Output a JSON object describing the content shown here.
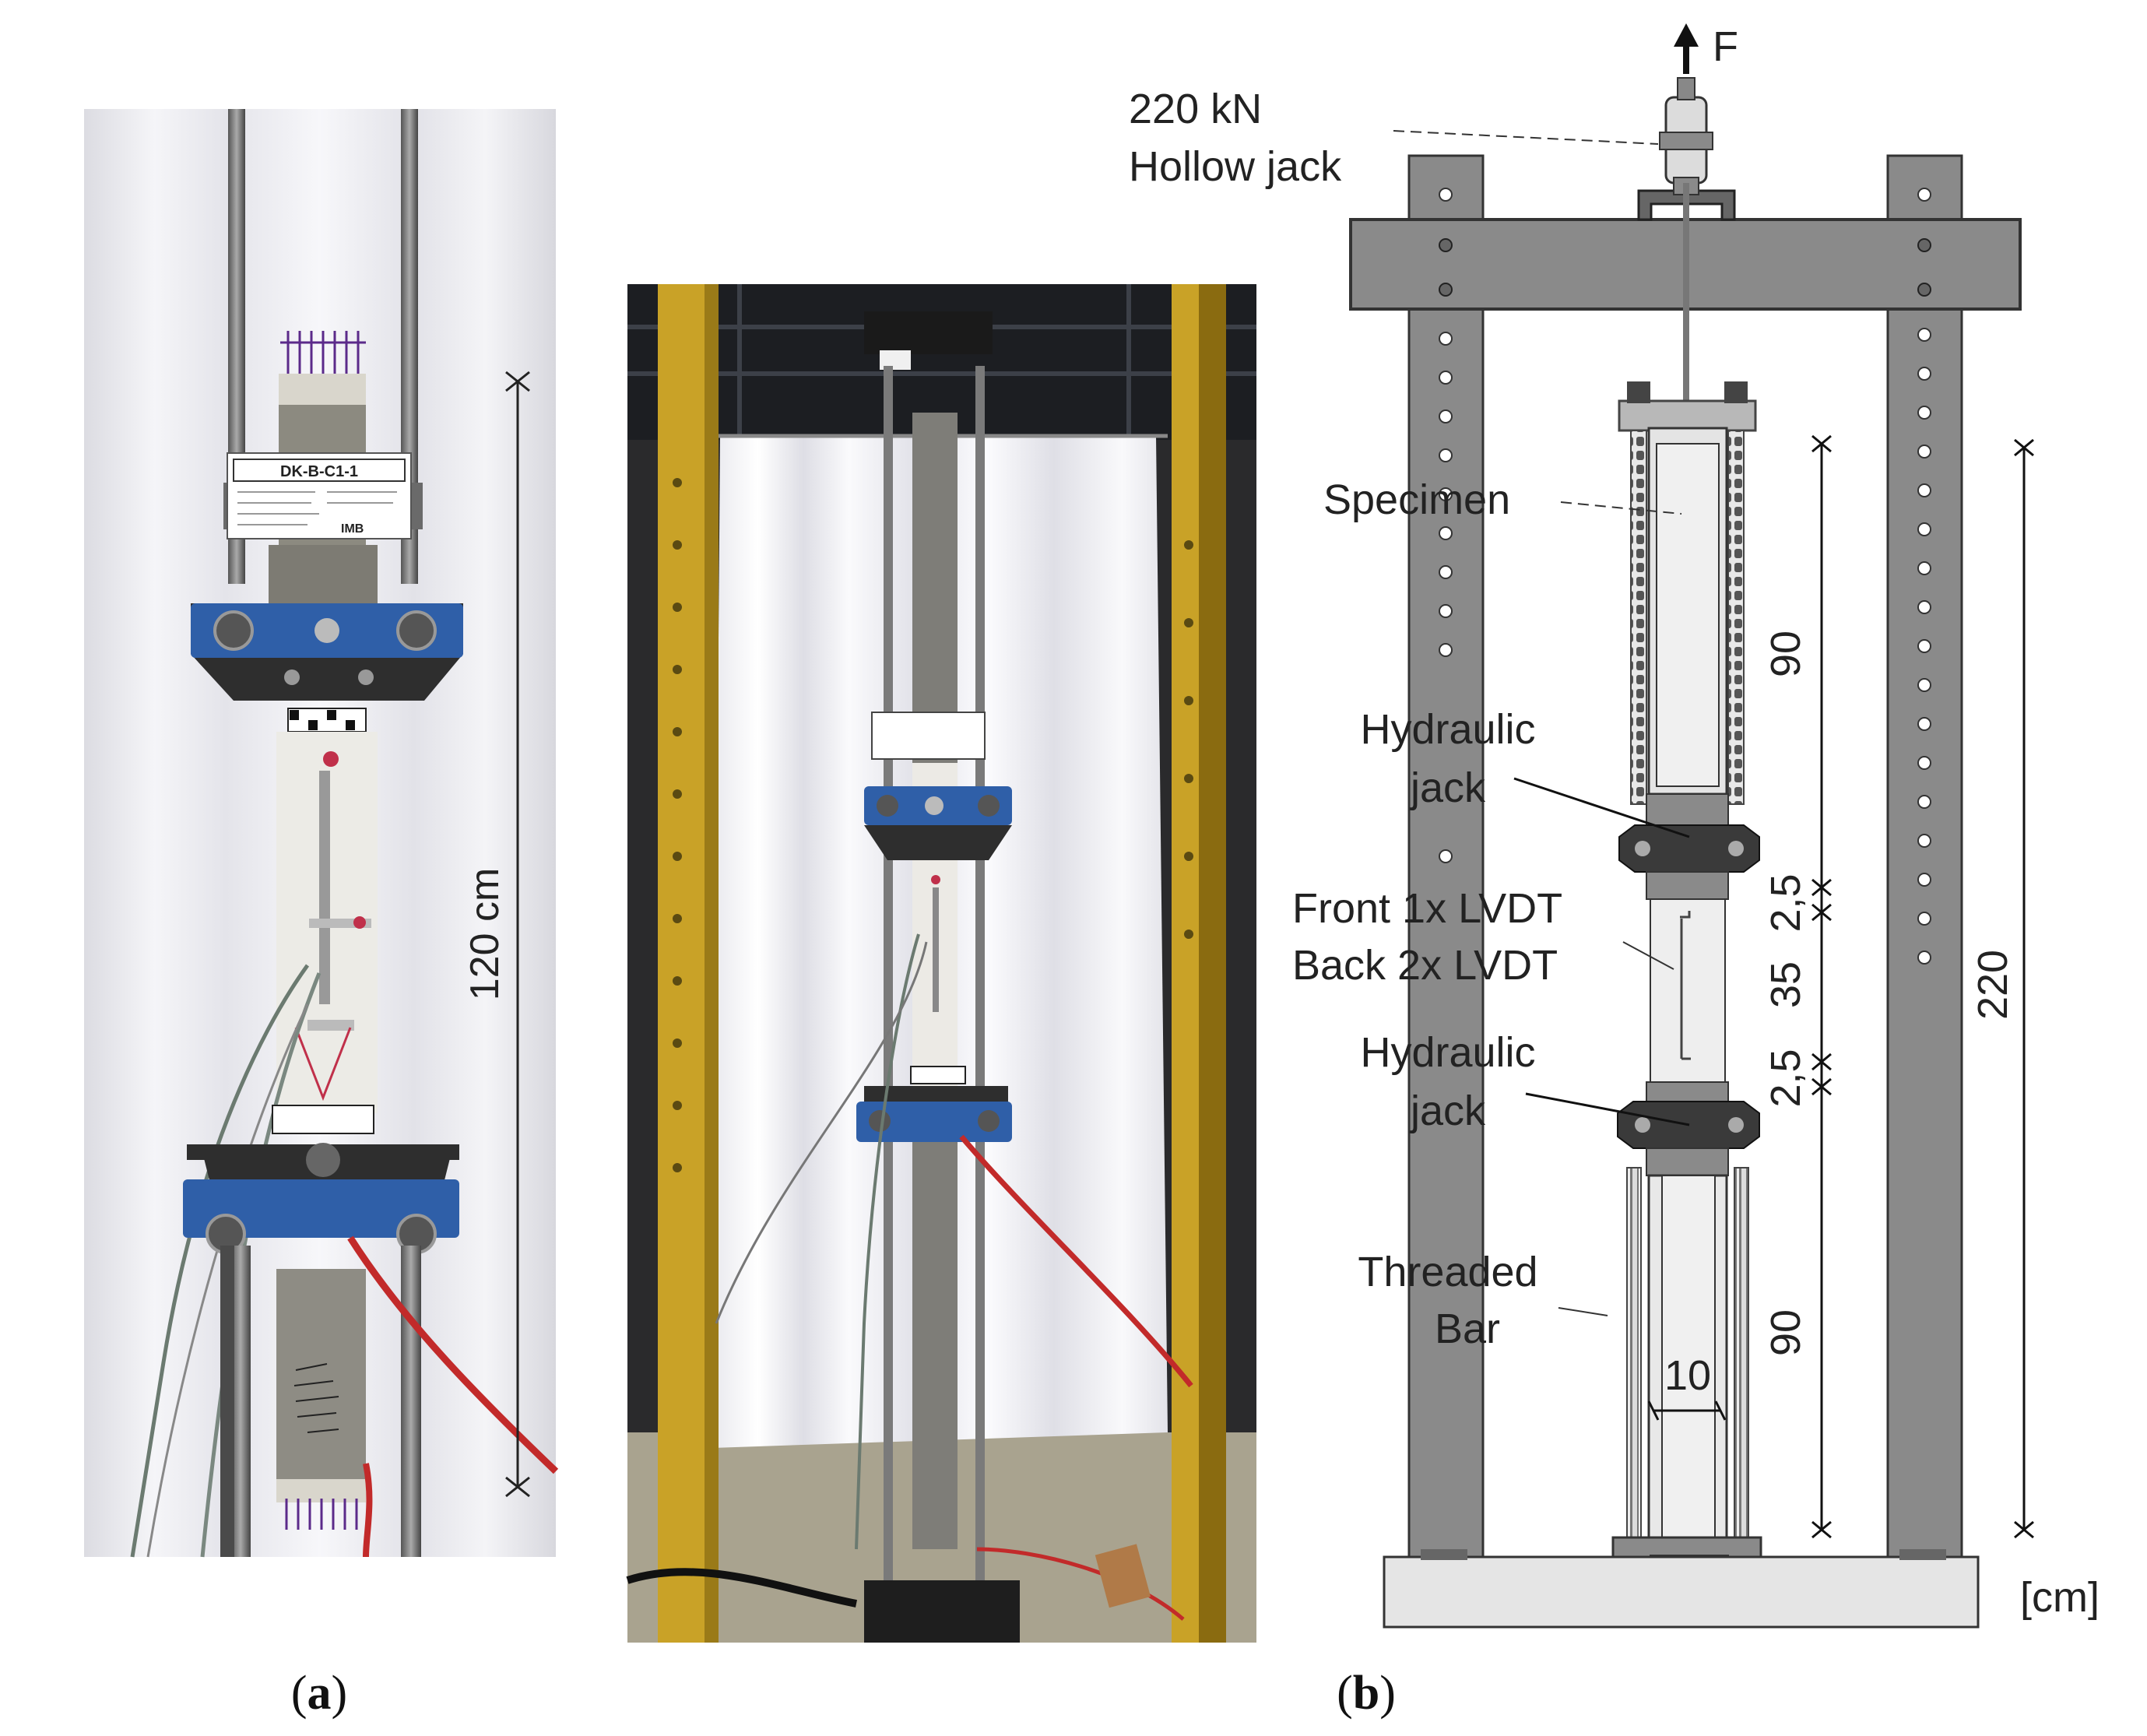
{
  "panel_a": {
    "label_open": "(",
    "label_letter": "a",
    "label_close": ")",
    "length_label": "120 cm",
    "sign_title": "DK-B-C1-1",
    "sign_logo": "IMB"
  },
  "panel_b": {
    "label_open": "(",
    "label_letter": "b",
    "label_close": ")",
    "force_label": "F",
    "jack_label_line1": "220 kN",
    "jack_label_line2": "Hollow jack",
    "specimen_label": "Specimen",
    "hydraulic_top_line1": "Hydraulic",
    "hydraulic_top_line2": "jack",
    "lvdt_line1": "Front 1x LVDT",
    "lvdt_line2": "Back 2x LVDT",
    "hydraulic_bottom_line1": "Hydraulic",
    "hydraulic_bottom_line2": "jack",
    "threaded_line1": "Threaded",
    "threaded_line2": "Bar",
    "width_label": "10",
    "unit_label": "[cm]",
    "dimensions": {
      "upper": "90",
      "gap_top": "2,5",
      "middle": "35",
      "gap_bottom": "2,5",
      "lower": "90",
      "total": "220"
    }
  },
  "colors": {
    "frame_gray": "#8a8a8a",
    "jack_blue": "#2f5fa8",
    "column_yellow": "#c9a227",
    "curtain": "#f4f4f6"
  }
}
